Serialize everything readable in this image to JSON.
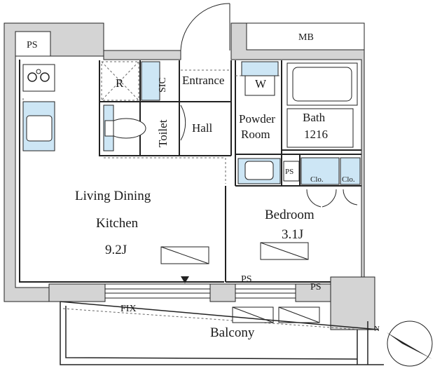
{
  "rooms": {
    "ldk_name_1": "Living Dining",
    "ldk_name_2": "Kitchen",
    "ldk_size": "9.2J",
    "bedroom_name": "Bedroom",
    "bedroom_size": "3.1J",
    "entrance": "Entrance",
    "hall": "Hall",
    "toilet": "Toilet",
    "powder_1": "Powder",
    "powder_2": "Room",
    "bath_1": "Bath",
    "bath_2": "1216",
    "balcony": "Balcony"
  },
  "labels": {
    "ps_top_left": "PS",
    "mb": "MB",
    "refrigerator": "R",
    "sic": "SIC",
    "washer": "W",
    "ps_bath": "PS",
    "closet_1": "Clo.",
    "closet_2": "Clo.",
    "ps_lower_1": "PS",
    "ps_lower_2": "PS",
    "fix": "FIX",
    "north": "N"
  },
  "colors": {
    "wall": "#d4d4d4",
    "line": "#222222",
    "fixture_fill": "#cde6f5",
    "dashed": "#666666"
  }
}
